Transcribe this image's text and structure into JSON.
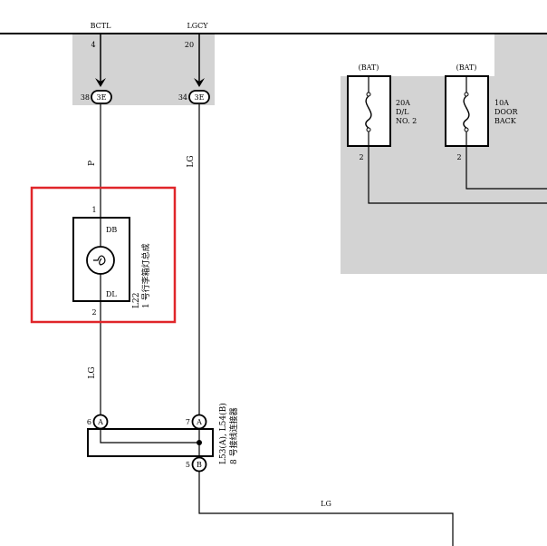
{
  "colors": {
    "wire": "#000000",
    "shade": "#d3d3d3",
    "highlight": "#e0262a",
    "background": "#ffffff"
  },
  "left_bus": {
    "wire1_name": "BCTL",
    "wire2_name": "LGCY",
    "pin_top_1": "4",
    "pin_top_2": "20",
    "conn_pin_1": "38",
    "conn_pin_2": "34",
    "conn_label": "3E"
  },
  "fuses": [
    {
      "source": "(BAT)",
      "rating": "20A",
      "name_l1": "D/L",
      "name_l2": "NO. 2",
      "pin": "2"
    },
    {
      "source": "(BAT)",
      "rating": "10A",
      "name_l1": "DOOR",
      "name_l2": "BACK",
      "pin": "2"
    }
  ],
  "wire_colors": {
    "w1_upper": "P",
    "w2_upper": "LG",
    "w1_lower": "LG",
    "bottom": "LG"
  },
  "lamp": {
    "pin_top": "1",
    "pin_bottom": "2",
    "db_label": "DB",
    "dl_label": "DL",
    "code": "L22",
    "name": "1 号行李箱灯总成"
  },
  "junction": {
    "pin1": "6",
    "pin1_conn": "A",
    "pin2": "7",
    "pin2_conn": "A",
    "pin3": "5",
    "pin3_conn": "B",
    "code": "L53(A), L54(B)",
    "name": "8 号接线连接器"
  }
}
